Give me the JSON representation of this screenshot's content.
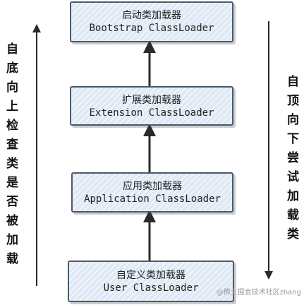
{
  "nodes": [
    {
      "title": "启动类加载器",
      "subtitle": "Bootstrap ClassLoader"
    },
    {
      "title": "扩展类加载器",
      "subtitle": "Extension ClassLoader"
    },
    {
      "title": "应用类加载器",
      "subtitle": "Application ClassLoader"
    },
    {
      "title": "自定义类加载器",
      "subtitle": "User ClassLoader"
    }
  ],
  "left_label": "自底向上检查类是否被加载",
  "right_label": "自顶向下尝试加载类",
  "watermark": "@稀土掘金技术社区zhang"
}
